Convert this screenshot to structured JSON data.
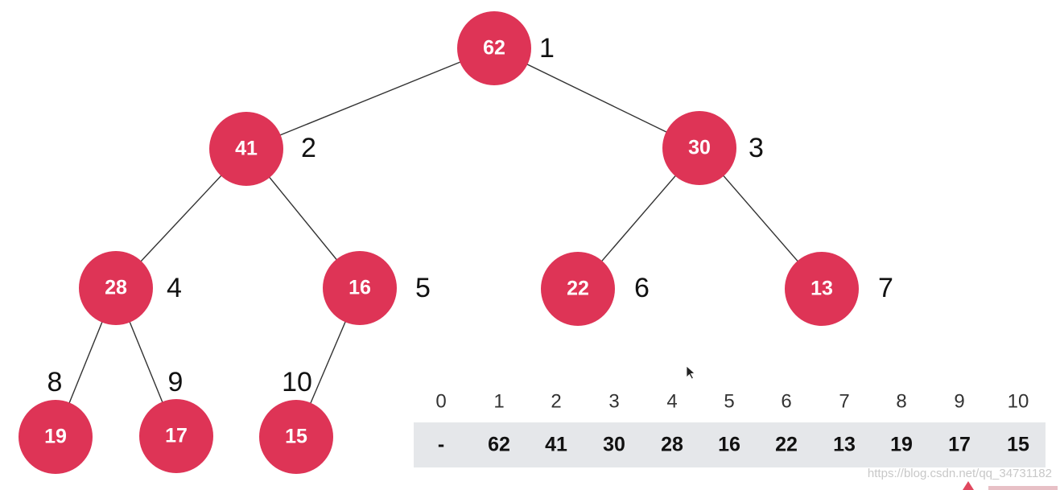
{
  "tree": {
    "nodes": [
      {
        "index": "1",
        "value": "62"
      },
      {
        "index": "2",
        "value": "41"
      },
      {
        "index": "3",
        "value": "30"
      },
      {
        "index": "4",
        "value": "28"
      },
      {
        "index": "5",
        "value": "16"
      },
      {
        "index": "6",
        "value": "22"
      },
      {
        "index": "7",
        "value": "13"
      },
      {
        "index": "8",
        "value": "19"
      },
      {
        "index": "9",
        "value": "17"
      },
      {
        "index": "10",
        "value": "15"
      }
    ],
    "edges": [
      {
        "from": "1",
        "to": "2"
      },
      {
        "from": "1",
        "to": "3"
      },
      {
        "from": "2",
        "to": "4"
      },
      {
        "from": "2",
        "to": "5"
      },
      {
        "from": "3",
        "to": "6"
      },
      {
        "from": "3",
        "to": "7"
      },
      {
        "from": "4",
        "to": "8"
      },
      {
        "from": "4",
        "to": "9"
      },
      {
        "from": "5",
        "to": "10"
      }
    ]
  },
  "array": {
    "indices": [
      "0",
      "1",
      "2",
      "3",
      "4",
      "5",
      "6",
      "7",
      "8",
      "9",
      "10"
    ],
    "values": [
      "-",
      "62",
      "41",
      "30",
      "28",
      "16",
      "22",
      "13",
      "19",
      "17",
      "15"
    ]
  },
  "watermark": "https://blog.csdn.net/qq_34731182",
  "colors": {
    "node_fill": "#de3456",
    "edge": "#333333",
    "array_bg": "#e5e7ea"
  }
}
